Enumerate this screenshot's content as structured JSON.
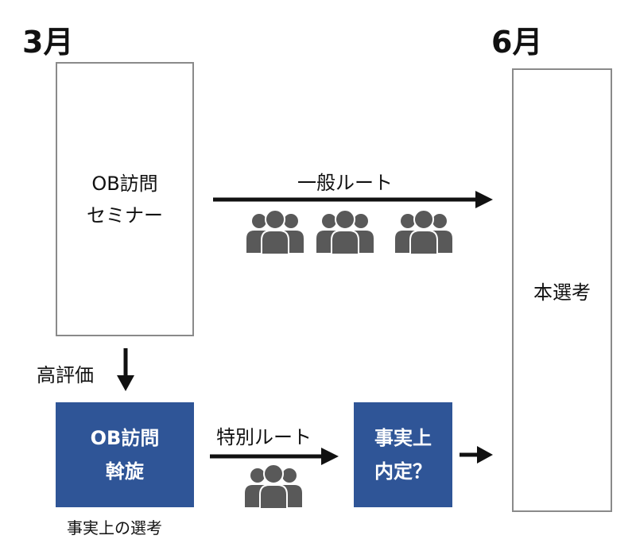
{
  "start_month": "3月",
  "end_month": "6月",
  "seminar_box": {
    "line1": "OB訪問",
    "line2": "セミナー"
  },
  "final_box": {
    "label": "本選考"
  },
  "general_route": {
    "label": "一般ルート"
  },
  "high_eval": {
    "label": "高評価"
  },
  "ob_box": {
    "line1": "OB訪問",
    "line2": "斡旋"
  },
  "ob_caption": {
    "label": "事実上の選考"
  },
  "special_route": {
    "label": "特別ルート"
  },
  "offer_box": {
    "line1": "事実上",
    "line2": "内定？"
  },
  "colors": {
    "box_fill": "#2f5597",
    "people": "#595959",
    "arrow": "#111111",
    "outline": "#8a8a8a"
  },
  "icons": {
    "people": "people-group-icon",
    "arrow": "arrow-icon"
  }
}
